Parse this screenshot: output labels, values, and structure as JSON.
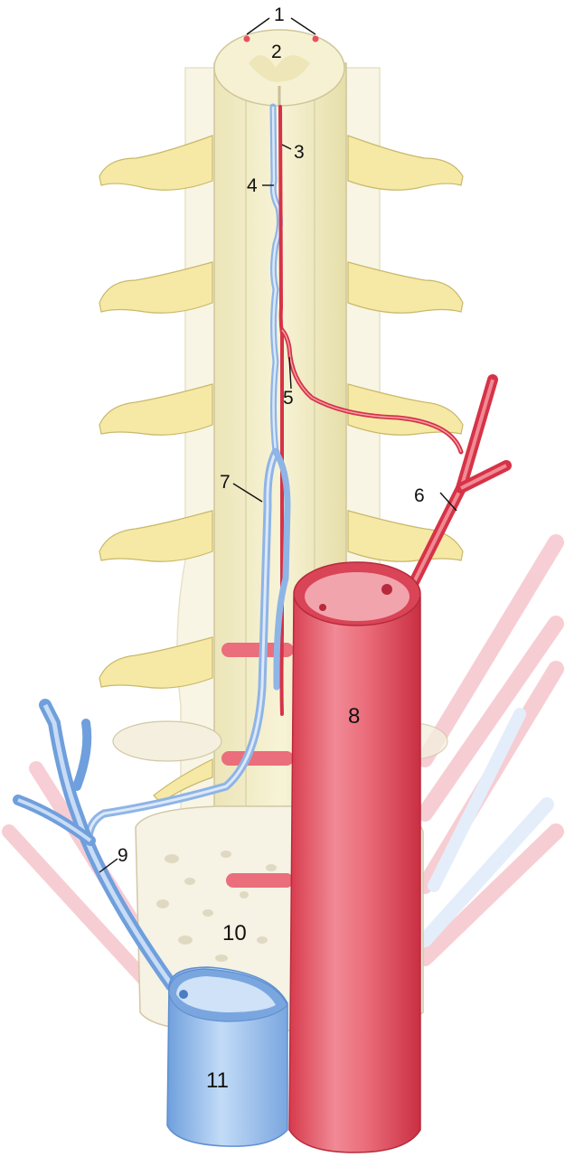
{
  "figure": {
    "labels": [
      {
        "id": "l1",
        "text": "1"
      },
      {
        "id": "l2",
        "text": "2"
      },
      {
        "id": "l3",
        "text": "3"
      },
      {
        "id": "l4",
        "text": "4"
      },
      {
        "id": "l5",
        "text": "5"
      },
      {
        "id": "l6",
        "text": "6"
      },
      {
        "id": "l7",
        "text": "7"
      },
      {
        "id": "l8",
        "text": "8"
      },
      {
        "id": "l9",
        "text": "9"
      },
      {
        "id": "l10",
        "text": "10"
      },
      {
        "id": "l11",
        "text": "11"
      }
    ],
    "colors": {
      "cord": "#f3efc8",
      "cord_edge": "#cfc79a",
      "nerve": "#f6e9a6",
      "nerve_edge": "#c9b86a",
      "artery": "#e8505f",
      "artery_light": "#f4a0aa",
      "vein": "#a9c8ee",
      "vein_dark": "#5e8fd0",
      "vertebra": "#f5f0e0",
      "background": "#ffffff"
    }
  }
}
